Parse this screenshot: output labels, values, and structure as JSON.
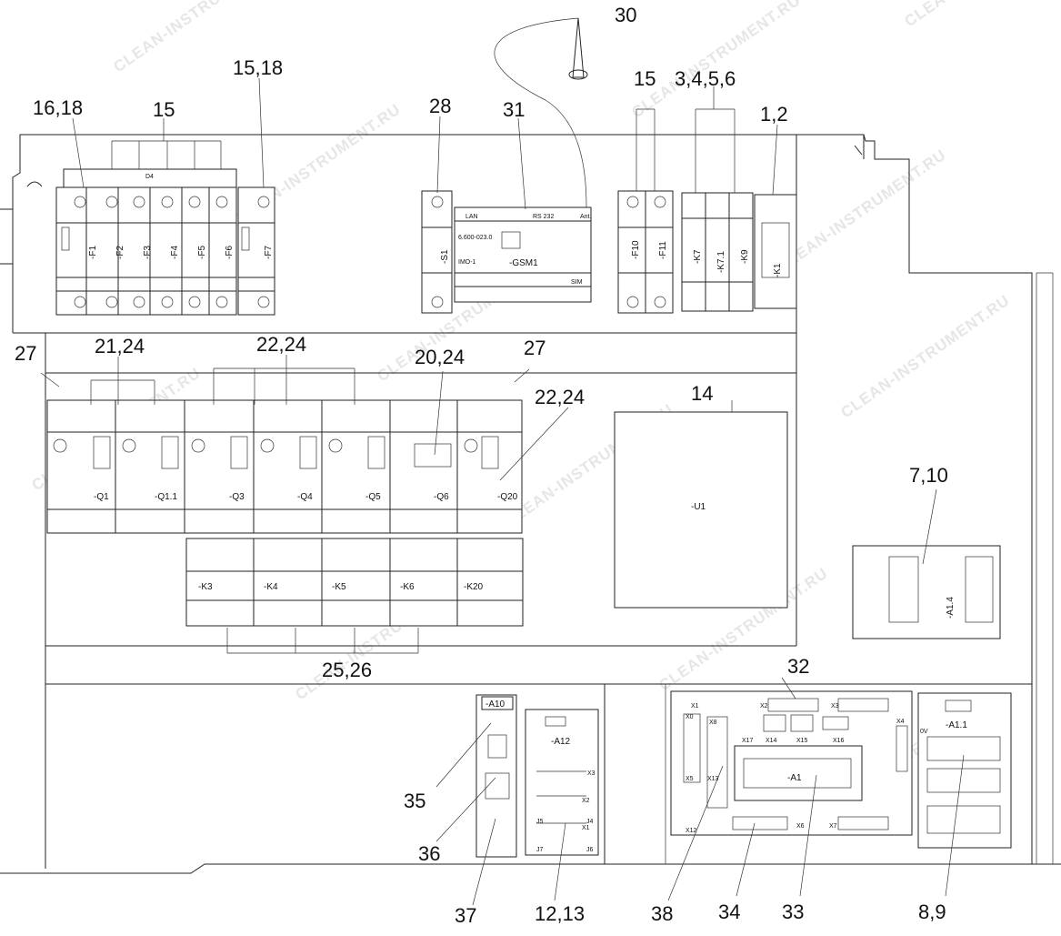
{
  "watermark": "CLEAN-INSTRUMENT.RU",
  "callouts": {
    "c30": "30",
    "c15a": "15,18",
    "c16": "16,18",
    "c15b": "15",
    "c28": "28",
    "c31": "31",
    "c15c": "15",
    "c3456": "3,4,5,6",
    "c12": "1,2",
    "c27a": "27",
    "c2124": "21,24",
    "c2224a": "22,24",
    "c2024": "20,24",
    "c27b": "27",
    "c2224b": "22,24",
    "c14": "14",
    "c710": "7,10",
    "c2526": "25,26",
    "c32": "32",
    "c35": "35",
    "c36": "36",
    "c37": "37",
    "c1213": "12,13",
    "c38": "38",
    "c34": "34",
    "c33": "33",
    "c89": "8,9"
  },
  "labels": {
    "d4": "D4",
    "f1": "-F1",
    "f2": "-F2",
    "f3": "-F3",
    "f4": "-F4",
    "f5": "-F5",
    "f6": "-F6",
    "f7": "-F7",
    "s1": "-S1",
    "gsm_title": "-GSM1",
    "gsm_lan": "LAN",
    "gsm_rs": "RS 232",
    "gsm_ant": "Ant.",
    "gsm_code": "6.600-023.0",
    "gsm_imo": "IMO-1",
    "gsm_sim": "SIM",
    "f10": "-F10",
    "f11": "-F11",
    "k7": "-K7",
    "k71": "-K7.1",
    "k9": "-K9",
    "k1": "-K1",
    "q1": "-Q1",
    "q11": "-Q1.1",
    "q3": "-Q3",
    "q4": "-Q4",
    "q5": "-Q5",
    "q6": "-Q6",
    "q20": "-Q20",
    "k3": "-K3",
    "k4": "-K4",
    "k5": "-K5",
    "k6": "-K6",
    "k20": "-K20",
    "u1": "-U1",
    "a14": "-A1.4",
    "a10": "-A10",
    "a12": "-A12",
    "a1": "-A1",
    "a11": "-A1.1",
    "x1": "X1",
    "x2": "X2",
    "x3": "X3",
    "x4": "X4",
    "x5": "X5",
    "x6": "X6",
    "x7": "X7",
    "x8": "X8",
    "x0": "X0",
    "x12": "X12",
    "x13": "X13",
    "x14": "X14",
    "x15": "X15",
    "x16": "X16",
    "x17": "X17",
    "j3": "X3",
    "j2": "X2",
    "j1": "X1",
    "j4": "J4",
    "j5": "J5",
    "j7": "J7",
    "j6": "J6",
    "zero_v": "0V"
  }
}
